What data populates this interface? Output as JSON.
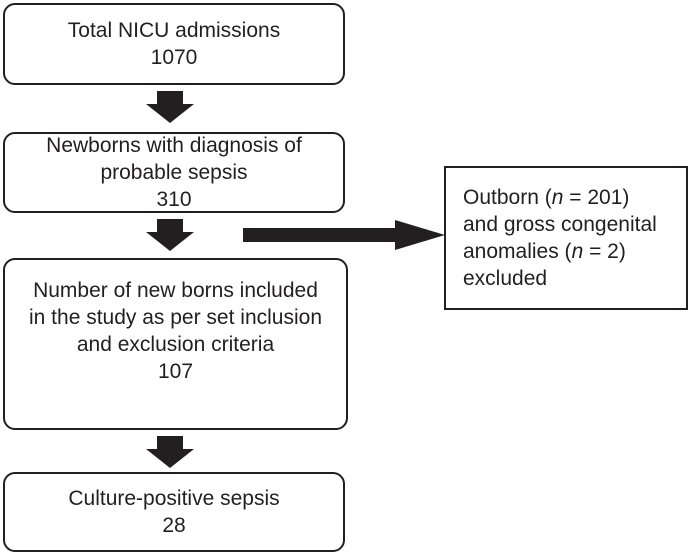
{
  "figure": {
    "type": "study-flow-diagram",
    "background_color": "#ffffff",
    "ink_color": "#231f20"
  },
  "flow_boxes": [
    {
      "id": "total-nicu-admissions",
      "label": "Total NICU admissions",
      "value": "1070"
    },
    {
      "id": "probable-sepsis",
      "label": "Newborns with diagnosis of\nprobable sepsis",
      "value": "310"
    },
    {
      "id": "included-newborns",
      "label": "Number of new borns included\nin the study as per set inclusion\nand exclusion criteria",
      "value": "107"
    },
    {
      "id": "culture-positive-sepsis",
      "label": "Culture-positive sepsis",
      "value": "28"
    }
  ],
  "side_box": {
    "id": "exclusions",
    "lines": [
      {
        "pre": "Outborn (",
        "var": "n",
        "post": " = 201)"
      },
      {
        "pre": "and gross congenital"
      },
      {
        "pre": "anomalies (",
        "var": "n",
        "post": " = 2)"
      },
      {
        "pre": "excluded"
      }
    ]
  },
  "arrows": [
    {
      "name": "down-arrow-1",
      "from": "total-nicu-admissions",
      "to": "probable-sepsis"
    },
    {
      "name": "down-arrow-2",
      "from": "probable-sepsis",
      "to": "included-newborns"
    },
    {
      "name": "down-arrow-3",
      "from": "included-newborns",
      "to": "culture-positive-sepsis"
    },
    {
      "name": "right-arrow",
      "from": "probable-sepsis",
      "to": "exclusions"
    }
  ]
}
